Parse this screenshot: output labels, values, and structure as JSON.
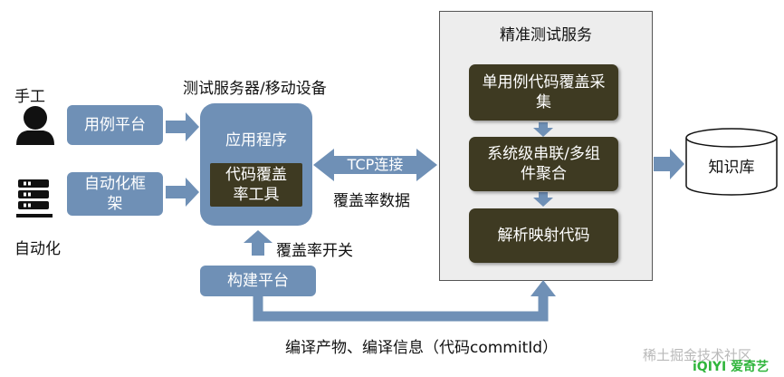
{
  "manual": {
    "label": "手工"
  },
  "automation": {
    "label": "自动化"
  },
  "case_platform": {
    "label": "用例平台"
  },
  "automation_framework": {
    "label": "自动化框架"
  },
  "device": {
    "title": "测试服务器/移动设备",
    "app_label": "应用程序",
    "tool_label": "代码覆盖率工具"
  },
  "tcp": {
    "label": "TCP连接",
    "sub_label": "覆盖率数据"
  },
  "build": {
    "label": "构建平台",
    "switch_label": "覆盖率开关"
  },
  "precise": {
    "title": "精准测试服务",
    "steps": [
      {
        "label": "单用例代码覆盖采集"
      },
      {
        "label": "系统级串联/多组件聚合"
      },
      {
        "label": "解析映射代码"
      }
    ]
  },
  "knowledge": {
    "label": "知识库"
  },
  "artifacts": {
    "label": "编译产物、编译信息（代码commitId）"
  },
  "watermark": {
    "text": "稀土掘金技术社区",
    "logo_text": "iQIYI 爱奇艺"
  },
  "colors": {
    "blue_box": "#6f90b6",
    "arrow": "#6f90b6",
    "dark_box": "#3e3a22",
    "service_bg": "#ededed"
  }
}
